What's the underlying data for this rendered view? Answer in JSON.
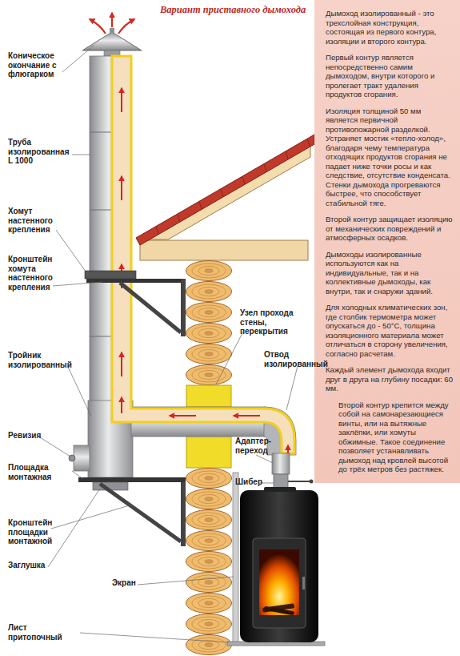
{
  "diagram": {
    "title": "Вариант приставного дымохода",
    "nodes": [
      {
        "text": [
          "Дымоход изолированный - это трехслойная конструкция, состоящая из первого контура, изоляции и второго контура.",
          "Первый контур является непосредственно самим дымоходом, внутри которого и пролегает тракт удаления продуктов сгорания.",
          "Изоляция толщиной 50 мм является первичной противопожарной разделкой. Устраняет мостик «тепло-холод», благодаря чему температура отходящих продуктов сгорания не падает ниже точки росы и как следствие, отсутствие конденсата. Стенки дымохода прогреваются быстрее, что способствует стабильной тяге.",
          "Второй контур защищает изоляцию от механических повреждений и атмосферных осадков.",
          "Дымоходы изолированные используются как на индивидуальные, так и на коллективные дымоходы, как внутри, так и снаружи зданий.",
          "Для холодных климатических зон, где столбик термометра может опускаться до - 50°С, толщина изоляционного материала может отличаться в сторону увеличения, согласно расчетам.",
          "Каждый элемент дымохода входит друг в друга на глубину посадки: 60 мм.",
          "Второй контур крепится между собой на самонарезающиеся винты, или на вытяжные заклёпки, или хомуты обжимные. Такое соединение позволяет устанавливать дымоход над кровлей высотой до трёх метров без растяжек."
        ]
      }
    ],
    "labels": [
      "Коническое окончание с флюгарком",
      "Труба изолированная L 1000",
      "Хомут настенного крепления",
      "Кронштейн хомута настенного крепления",
      "Узел прохода стены, перекрытия",
      "Тройник изолированный",
      "Отвод изолированный",
      "Ревизия",
      "Адаптер-переход",
      "Площадка монтажная",
      "Шибер",
      "Кронштейн площадки монтажной",
      "Заглушка",
      "Экран",
      "Лист притопочный"
    ]
  }
}
